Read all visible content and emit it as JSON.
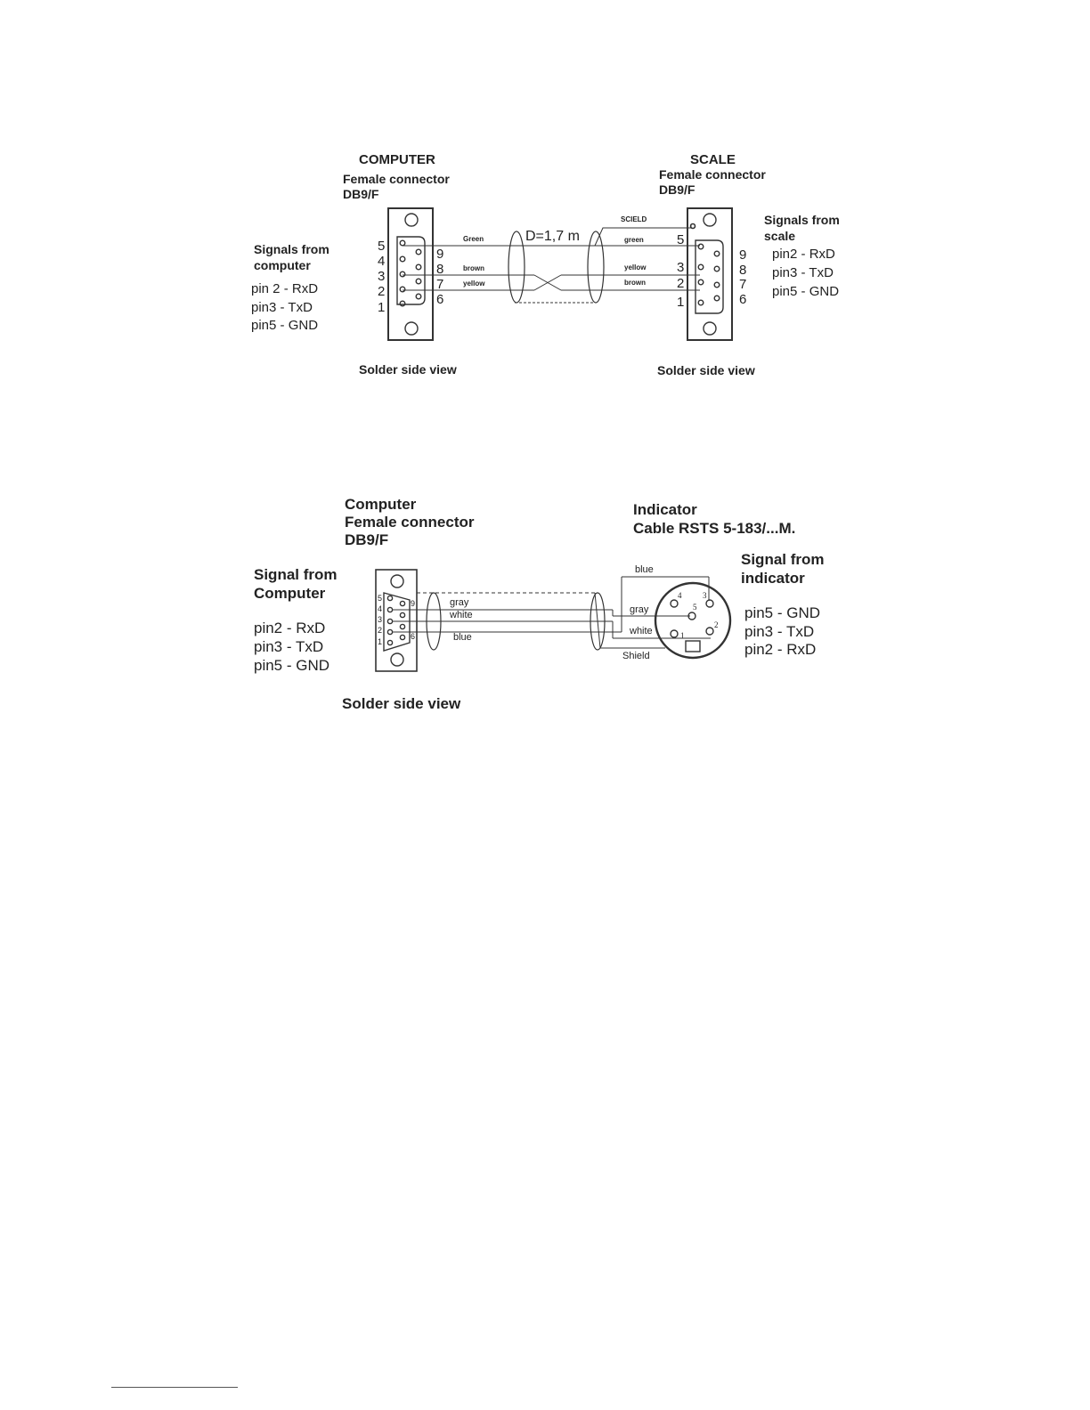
{
  "diagram1": {
    "computer_title": "COMPUTER",
    "computer_connector": "Female connector",
    "computer_type": "DB9/F",
    "scale_title": "SCALE",
    "scale_connector": "Female connector",
    "scale_type": "DB9/F",
    "signals_computer_title": "Signals from",
    "signals_computer_title2": "computer",
    "signals_computer": [
      "pin 2 - RxD",
      "pin3 - TxD",
      "pin5 - GND"
    ],
    "signals_scale_title": "Signals from",
    "signals_scale_title2": "scale",
    "signals_scale": [
      "pin2 - RxD",
      "pin3 - TxD",
      "pin5 - GND"
    ],
    "left_pins_outer": [
      "5",
      "4",
      "3",
      "2",
      "1"
    ],
    "left_pins_inner": [
      "9",
      "8",
      "7",
      "6"
    ],
    "right_pins_outer": [
      "5",
      "3",
      "2",
      "1"
    ],
    "right_pins_inner": [
      "9",
      "8",
      "7",
      "6"
    ],
    "left_wires": [
      "Green",
      "brown",
      "yellow"
    ],
    "right_wires": [
      "green",
      "yellow",
      "brown"
    ],
    "shield": "SCIELD",
    "length": "D=1,7 m",
    "left_view": "Solder side view",
    "right_view": "Solder side view"
  },
  "diagram2": {
    "computer_title": "Computer",
    "computer_connector": "Female connector",
    "computer_type": "DB9/F",
    "indicator_title": "Indicator",
    "indicator_cable": "Cable RSTS 5-183/...M.",
    "signal_computer_title": "Signal from",
    "signal_computer_title2": "Computer",
    "signals_computer": [
      "pin2 - RxD",
      "pin3 - TxD",
      "pin5 - GND"
    ],
    "signal_indicator_title": "Signal from",
    "signal_indicator_title2": "indicator",
    "signals_indicator": [
      "pin5 - GND",
      "pin3 - TxD",
      "pin2 - RxD"
    ],
    "db9_pins_outer": [
      "5",
      "4",
      "3",
      "2",
      "1"
    ],
    "db9_pins_inner": [
      "9",
      "6"
    ],
    "left_wires": [
      "gray",
      "white",
      "blue"
    ],
    "right_wires": [
      "blue",
      "gray",
      "white"
    ],
    "shield": "Shield",
    "din_pins": [
      "4",
      "3",
      "5",
      "2",
      "1"
    ],
    "view": "Solder side view"
  }
}
